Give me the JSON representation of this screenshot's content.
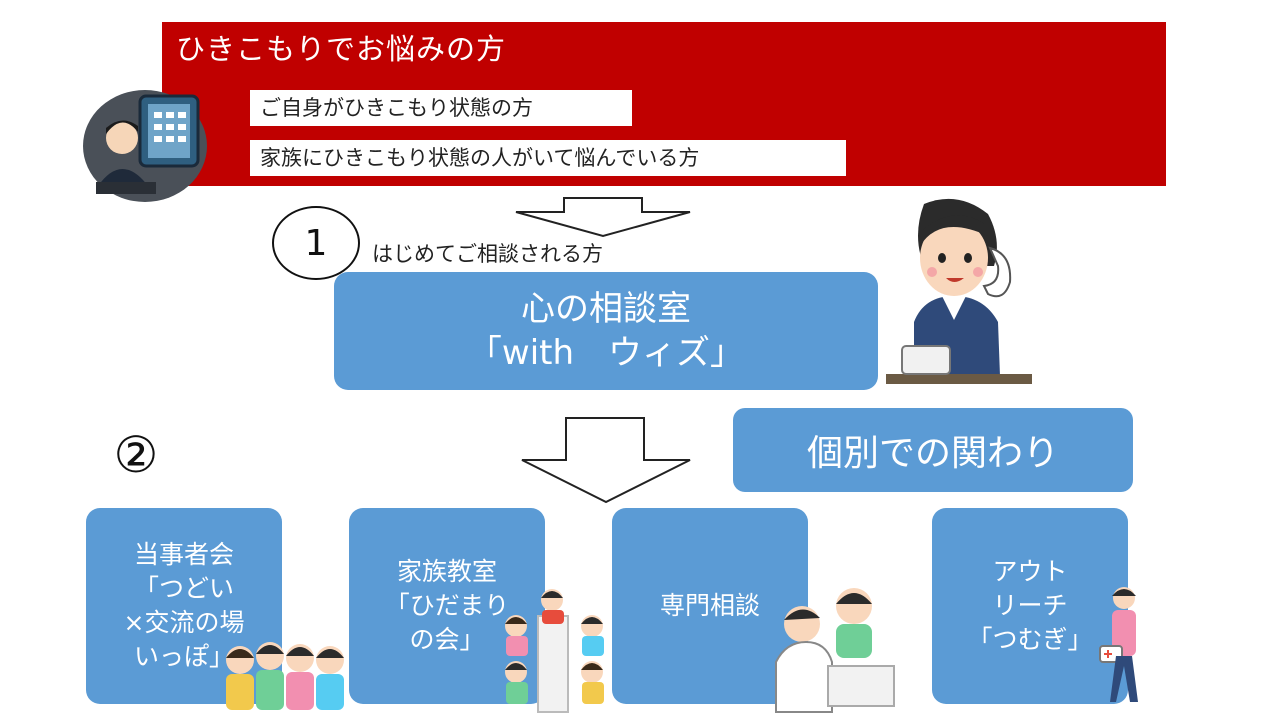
{
  "banner": {
    "title": "ひきこもりでお悩みの方",
    "items": [
      "ご自身がひきこもり状態の方",
      "家族にひきこもり状態の人がいて悩んでいる方"
    ],
    "color": "#c00000"
  },
  "step1": {
    "number": "1",
    "caption": "はじめてご相談される方"
  },
  "main_service": {
    "line1": "心の相談室",
    "line2": "「with　ウィズ」"
  },
  "step2": {
    "number": "②"
  },
  "individual": {
    "label": "個別での関わり"
  },
  "services": [
    {
      "lines": [
        "当事者会",
        "「つどい",
        "×交流の場",
        "いっぽ」"
      ]
    },
    {
      "lines": [
        "家族教室",
        "「ひだまり",
        "の会」"
      ]
    },
    {
      "lines": [
        "専門相談"
      ]
    },
    {
      "lines": [
        "アウト",
        "リーチ",
        "「つむぎ」"
      ]
    }
  ],
  "colors": {
    "box_blue": "#5b9bd5",
    "banner_red": "#c00000"
  }
}
